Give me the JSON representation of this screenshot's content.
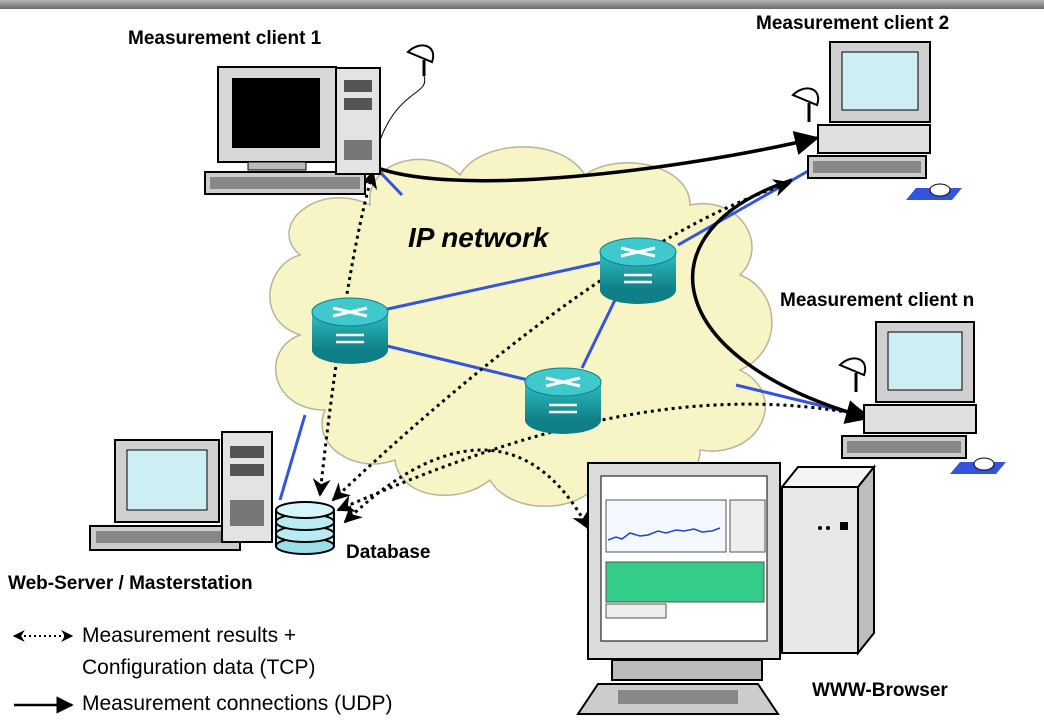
{
  "cloud": {
    "title": "IP network"
  },
  "nodes": {
    "client1": "Measurement client 1",
    "client2": "Measurement client 2",
    "clientn": "Measurement client n",
    "master": "Web-Server / Masterstation",
    "database": "Database",
    "browser": "WWW-Browser"
  },
  "legend": {
    "dotted_line1": "Measurement results +",
    "dotted_line2": "Configuration data (TCP)",
    "solid": "Measurement connections (UDP)"
  },
  "colors": {
    "cloud_fill": "#f7f4c6",
    "router": "#1aa3a8",
    "link": "#3355dd",
    "header_bar": "#8a8a8a",
    "screen": "#cdeff4"
  }
}
